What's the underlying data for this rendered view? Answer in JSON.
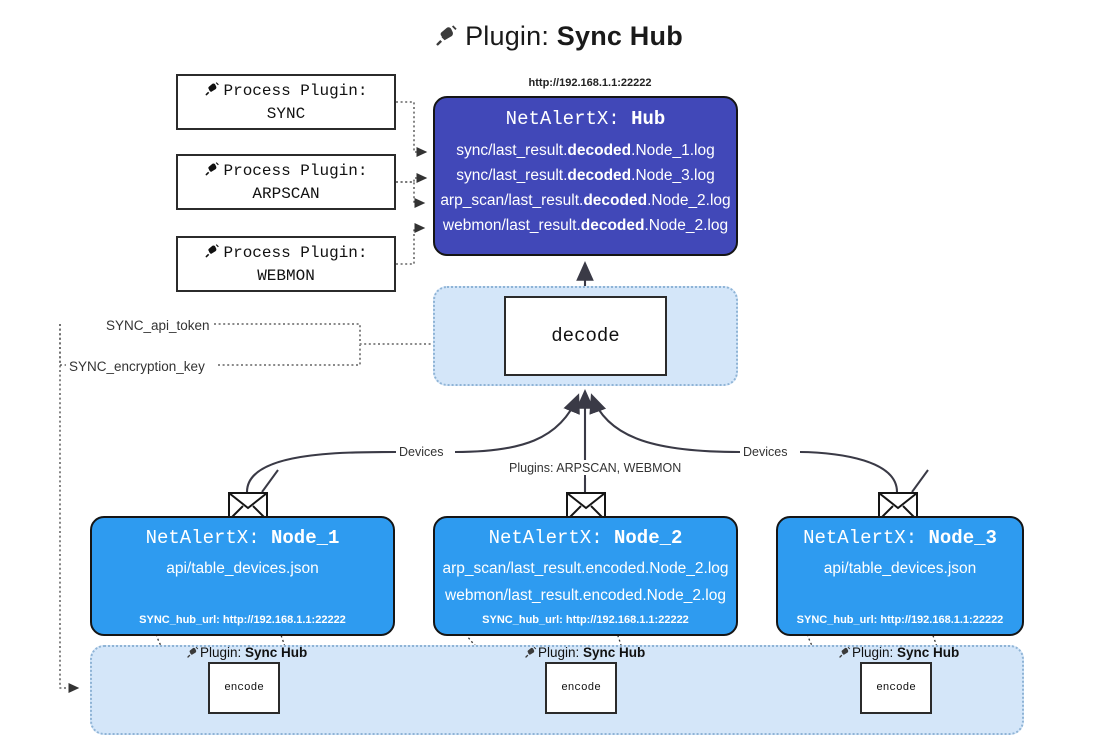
{
  "title": {
    "icon": "plug-icon",
    "prefix": "Plugin: ",
    "name": "Sync Hub"
  },
  "hub": {
    "url": "http://192.168.1.1:22222",
    "title_prefix": "NetAlertX: ",
    "title_name": "Hub",
    "logs": [
      {
        "pre": "sync/last_result.",
        "mid": "decoded",
        "post": ".Node_1.log"
      },
      {
        "pre": "sync/last_result.",
        "mid": "decoded",
        "post": ".Node_3.log"
      },
      {
        "pre": "arp_scan/last_result.",
        "mid": "decoded",
        "post": ".Node_2.log"
      },
      {
        "pre": "webmon/last_result.",
        "mid": "decoded",
        "post": ".Node_2.log"
      }
    ]
  },
  "process_plugins": [
    {
      "line1": "Process Plugin:",
      "line2": "SYNC",
      "icon": "plug-icon"
    },
    {
      "line1": "Process Plugin:",
      "line2": "ARPSCAN",
      "icon": "plug-icon"
    },
    {
      "line1": "Process Plugin:",
      "line2": "WEBMON",
      "icon": "plug-icon"
    }
  ],
  "decode": {
    "label": "decode"
  },
  "settings_edges": {
    "api_token": "SYNC_api_token",
    "encryption_key": "SYNC_encryption_key"
  },
  "edge_labels": {
    "devices_left": "Devices",
    "devices_right": "Devices",
    "plugins_center": "Plugins: ARPSCAN, WEBMON"
  },
  "nodes": [
    {
      "title_prefix": "NetAlertX: ",
      "title_name": "Node_1",
      "lines": [
        "api/table_devices.json"
      ],
      "footer": "SYNC_hub_url: http://192.168.1.1:22222",
      "mail_icon": "envelope-icon"
    },
    {
      "title_prefix": "NetAlertX: ",
      "title_name": "Node_2",
      "lines": [
        "arp_scan/last_result.encoded.Node_2.log",
        "webmon/last_result.encoded.Node_2.log"
      ],
      "footer": "SYNC_hub_url: http://192.168.1.1:22222",
      "mail_icon": "envelope-icon"
    },
    {
      "title_prefix": "NetAlertX: ",
      "title_name": "Node_3",
      "lines": [
        "api/table_devices.json"
      ],
      "footer": "SYNC_hub_url: http://192.168.1.1:22222",
      "mail_icon": "envelope-icon"
    }
  ],
  "encoders": [
    {
      "label_prefix": "Plugin: ",
      "label_name": "Sync Hub",
      "box": "encode",
      "icon": "plug-icon"
    },
    {
      "label_prefix": "Plugin: ",
      "label_name": "Sync Hub",
      "box": "encode",
      "icon": "plug-icon"
    },
    {
      "label_prefix": "Plugin: ",
      "label_name": "Sync Hub",
      "box": "encode",
      "icon": "plug-icon"
    }
  ],
  "colors": {
    "hub_fill": "#4148b8",
    "node_fill": "#2e9bf0",
    "cluster_fill": "#d4e6f9",
    "cluster_border": "#8fb4d6",
    "stroke": "#2b2b2b",
    "background": "#ffffff"
  }
}
